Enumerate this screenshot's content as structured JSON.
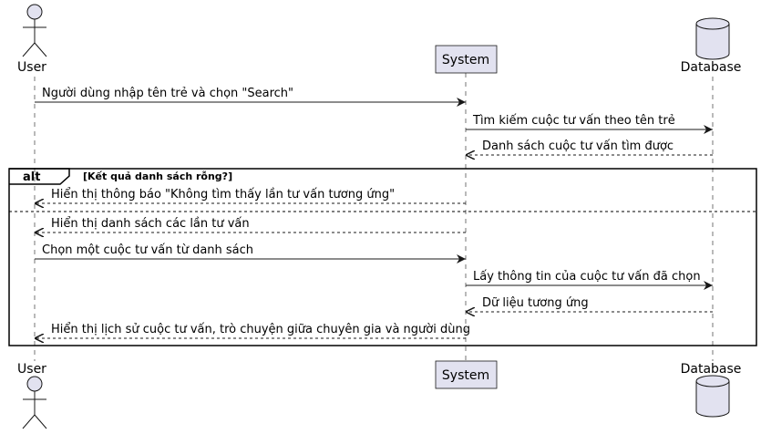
{
  "participants": {
    "user": "User",
    "system": "System",
    "database": "Database"
  },
  "fragment": {
    "keyword": "alt",
    "guard": "[Kết quả danh sách rỗng?]"
  },
  "messages": [
    {
      "from": "user",
      "to": "system",
      "style": "solid",
      "text": "Người dùng nhập tên trẻ và chọn \"Search\""
    },
    {
      "from": "system",
      "to": "database",
      "style": "solid",
      "text": "Tìm kiếm cuộc tư vấn theo tên trẻ"
    },
    {
      "from": "database",
      "to": "system",
      "style": "dashed",
      "text": "Danh sách cuộc tư vấn tìm được"
    },
    {
      "from": "system",
      "to": "user",
      "style": "dashed",
      "text": "Hiển thị thông báo \"Không tìm thấy lần tư vấn tương ứng\""
    },
    {
      "from": "system",
      "to": "user",
      "style": "dashed",
      "text": "Hiển thị danh sách các lần tư vấn"
    },
    {
      "from": "user",
      "to": "system",
      "style": "solid",
      "text": "Chọn một cuộc tư vấn từ danh sách"
    },
    {
      "from": "system",
      "to": "database",
      "style": "solid",
      "text": "Lấy thông tin của cuộc tư vấn đã chọn"
    },
    {
      "from": "database",
      "to": "system",
      "style": "dashed",
      "text": "Dữ liệu tương ứng"
    },
    {
      "from": "system",
      "to": "user",
      "style": "dashed",
      "text": "Hiển thị lịch sử cuộc tư vấn, trò chuyện giữa chuyên gia và người dùng"
    }
  ],
  "colors": {
    "participant_fill": "#e2e2f0",
    "participant_stroke": "#181818",
    "lifeline": "#181818",
    "arrow": "#181818"
  }
}
